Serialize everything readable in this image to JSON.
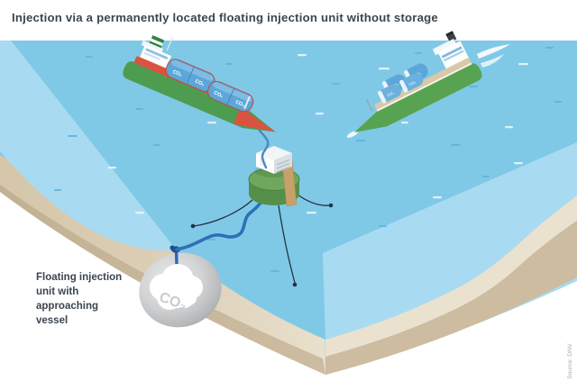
{
  "title": "Injection via a permanently located floating injection unit without storage",
  "annotation": {
    "lines": [
      "Floating injection",
      "unit with",
      "approaching",
      "vessel"
    ]
  },
  "reservoir": {
    "label": "CO₂"
  },
  "ships": {
    "tank_label": "CO₂"
  },
  "source_note": "Source: DNV",
  "colors": {
    "background": "#FFFFFF",
    "ocean": "#7FC9E7",
    "ocean_shallow": "#A8DBF1",
    "ocean_face": "#A8DBF1",
    "sand_light": "#D6C7AB",
    "sand_dark": "#C3B295",
    "sand_cream": "#EAE2CF",
    "sand_tan": "#CDBC9F",
    "buoy_green": "#6FA85C",
    "buoy_green_dark": "#55904A",
    "hull_green": "#4E9C50",
    "hull_red": "#D95340",
    "tank_blue": "#5CA6D8",
    "deck_tan": "#D9C9A8",
    "riser_blue": "#2E70B7",
    "hose_blue": "#4B87C4",
    "mooring": "#243241",
    "reservoir_gray": "#AEB0B2",
    "text_dark": "#3C454F",
    "text_muted": "#A8ACB0"
  }
}
